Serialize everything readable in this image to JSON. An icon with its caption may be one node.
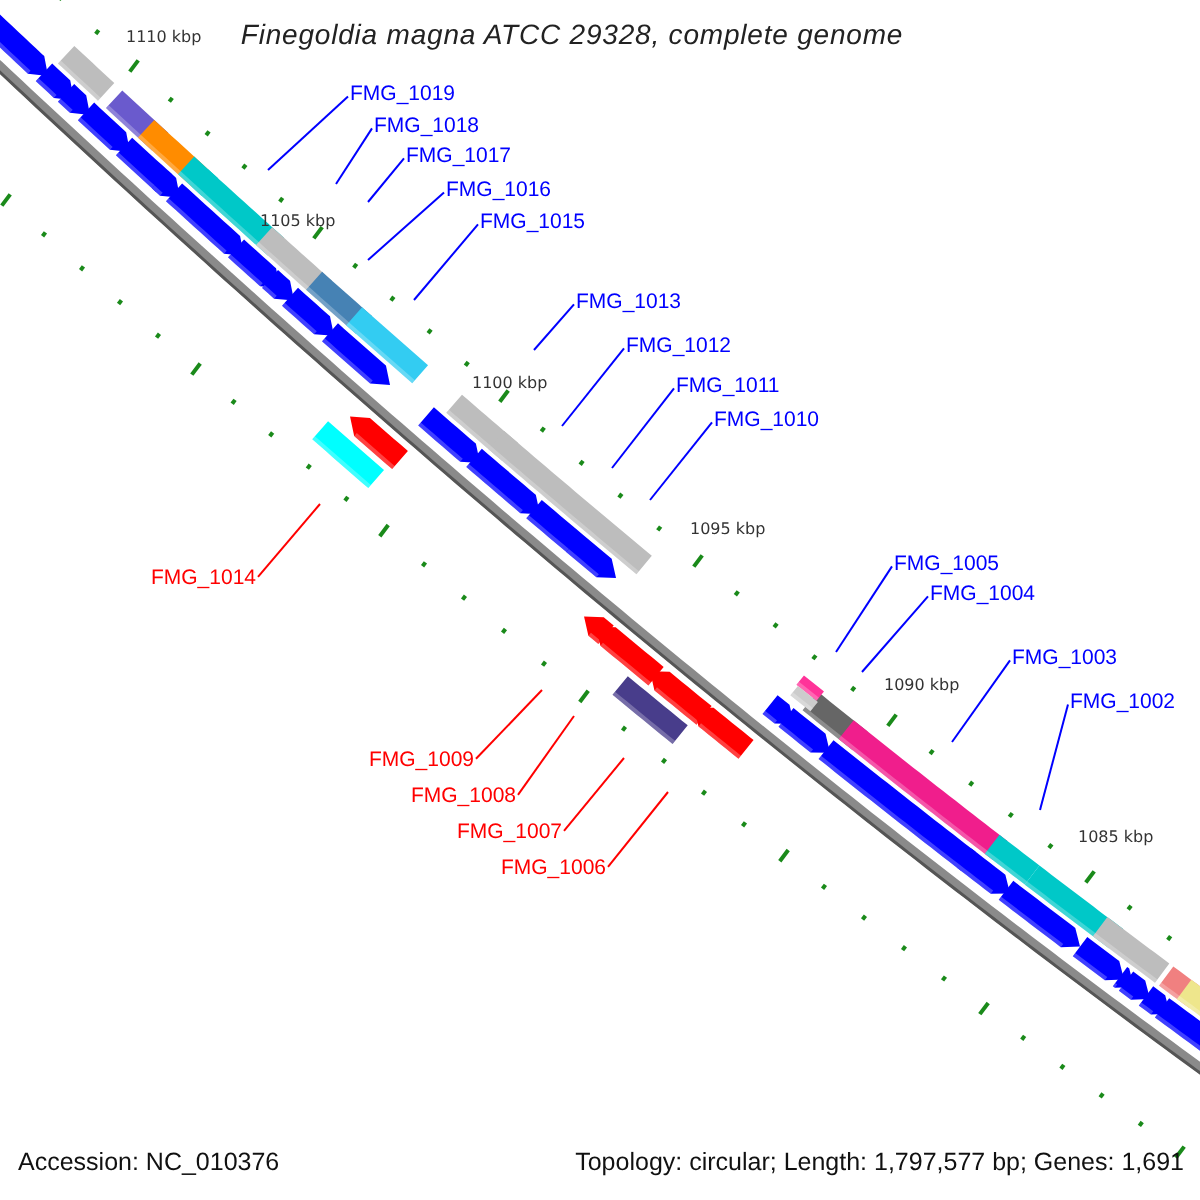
{
  "diagram": {
    "title": "Finegoldia magna ATCC 29328, complete genome",
    "nodes": [
      {
        "text": [
          "FMG_1019"
        ]
      },
      {
        "text": [
          "FMG_1018"
        ]
      },
      {
        "text": [
          "FMG_1017"
        ]
      },
      {
        "text": [
          "FMG_1016"
        ]
      },
      {
        "text": [
          "FMG_1015"
        ]
      },
      {
        "text": [
          "FMG_1013"
        ]
      },
      {
        "text": [
          "FMG_1012"
        ]
      },
      {
        "text": [
          "FMG_1011"
        ]
      },
      {
        "text": [
          "FMG_1010"
        ]
      },
      {
        "text": [
          "FMG_1005"
        ]
      },
      {
        "text": [
          "FMG_1014"
        ]
      },
      {
        "text": [
          "FMG_1004"
        ]
      },
      {
        "text": [
          "FMG_1003"
        ]
      },
      {
        "text": [
          "FMG_1002"
        ]
      },
      {
        "text": [
          "FMG_1009"
        ]
      },
      {
        "text": [
          "FMG_1008"
        ]
      },
      {
        "text": [
          "FMG_1007"
        ]
      },
      {
        "text": [
          "FMG_1006"
        ]
      }
    ],
    "edges": [
      {
        "from": 0,
        "to": null,
        "arrow": "none"
      },
      {
        "from": 1,
        "to": null,
        "arrow": "none"
      },
      {
        "from": 2,
        "to": null,
        "arrow": "none"
      },
      {
        "from": 3,
        "to": null,
        "arrow": "none"
      },
      {
        "from": 4,
        "to": null,
        "arrow": "none"
      },
      {
        "from": 5,
        "to": null,
        "arrow": "none"
      },
      {
        "from": 6,
        "to": null,
        "arrow": "none"
      },
      {
        "from": 7,
        "to": null,
        "arrow": "none"
      },
      {
        "from": 8,
        "to": null,
        "arrow": "none"
      },
      {
        "from": 9,
        "to": null,
        "arrow": "none"
      },
      {
        "from": 10,
        "to": null,
        "arrow": "none",
        "color": "#ff0000"
      },
      {
        "from": 11,
        "to": null,
        "arrow": "none"
      },
      {
        "from": 12,
        "to": null,
        "arrow": "none"
      },
      {
        "from": 13,
        "to": null,
        "arrow": "none"
      },
      {
        "from": 14,
        "to": null,
        "arrow": "none",
        "color": "#ff0000"
      },
      {
        "from": 15,
        "to": null,
        "arrow": "none",
        "color": "#ff0000"
      },
      {
        "from": 16,
        "to": null,
        "arrow": "none",
        "color": "#ff0000"
      },
      {
        "from": 17,
        "to": null,
        "arrow": "none",
        "color": "#ff0000"
      }
    ],
    "labels": [
      "1110 kbp",
      "1105 kbp",
      "1100 kbp",
      "1095 kbp",
      "1090 kbp",
      "1085 kbp",
      "Accession: NC_010376",
      "Topology: circular; Length: 1,797,577 bp; Genes: 1,691"
    ]
  }
}
